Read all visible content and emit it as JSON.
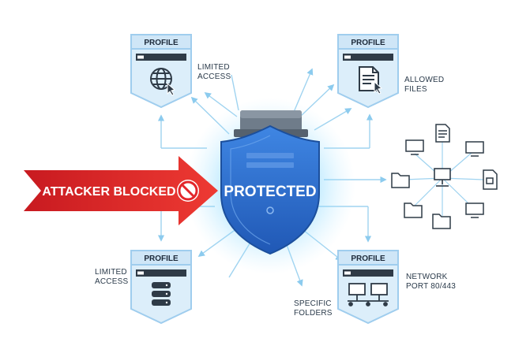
{
  "profiles": {
    "top_left": {
      "title": "PROFILE",
      "icon": "globe-cursor-icon",
      "caption_line1": "LIMITED",
      "caption_line2": "ACCESS"
    },
    "top_right": {
      "title": "PROFILE",
      "icon": "document-cursor-icon",
      "caption_line1": "ALLOWED",
      "caption_line2": "FILES"
    },
    "bottom_left": {
      "title": "PROFILE",
      "icon": "database-icon",
      "caption_line1": "LIMITED",
      "caption_line2": "ACCESS"
    },
    "bottom_right": {
      "title": "PROFILE",
      "icon": "network-computers-icon",
      "caption_line1": "NETWORK",
      "caption_line2": "PORT 80/443"
    }
  },
  "center": {
    "label": "PROTECTED",
    "icon": "server-shield-icon"
  },
  "attacker": {
    "label": "ATTACKER BLOCKED",
    "icon": "blocked-icon"
  },
  "folders_caption": {
    "line1": "SPECIFIC",
    "line2": "FOLDERS"
  },
  "colors": {
    "shield_blue": "#2f6fd0",
    "glow": "#58c8ff",
    "attack_red": "#e3262b",
    "card_fill": "#dceefa",
    "card_border": "#9fcdee",
    "connector": "#9fd3f0"
  }
}
